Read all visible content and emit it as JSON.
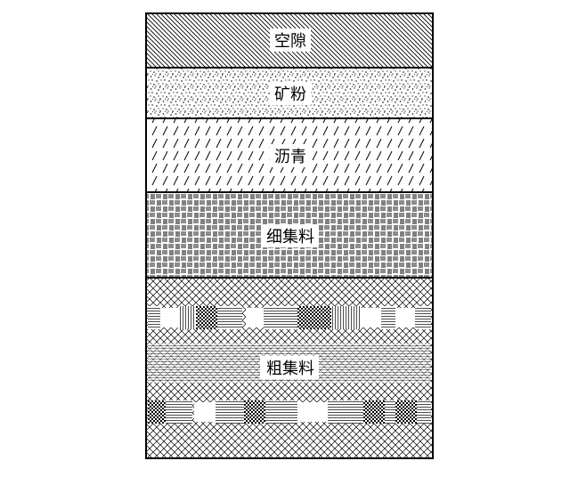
{
  "layers": [
    {
      "id": "void",
      "label": "空隙",
      "pattern": "diagonal-hatch-dense"
    },
    {
      "id": "mineral-powder",
      "label": "矿粉",
      "pattern": "stipple-dots"
    },
    {
      "id": "asphalt",
      "label": "沥青",
      "pattern": "short-slashes"
    },
    {
      "id": "fine-aggregate",
      "label": "细集料",
      "pattern": "basket-weave-lines"
    },
    {
      "id": "coarse-aggregate",
      "label": "粗集料",
      "pattern": "crosshatch-with-blocks"
    }
  ],
  "colors": {
    "ink": "#000000",
    "paper": "#ffffff"
  }
}
